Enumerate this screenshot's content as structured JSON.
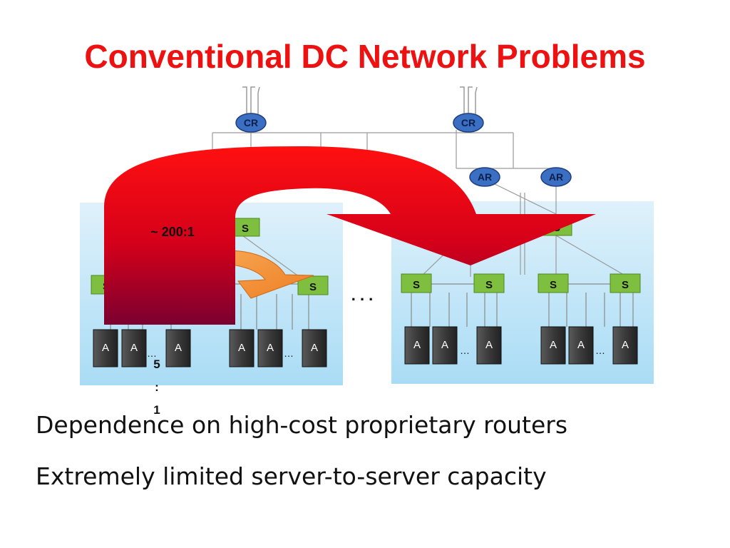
{
  "title": "Conventional DC Network Problems",
  "bullets": [
    "Dependence on high-cost proprietary routers",
    "Extremely limited server-to-server capacity"
  ],
  "diagram": {
    "core_router_label": "CR",
    "access_router_label": "AR",
    "switch_label": "S",
    "server_label": "A",
    "ellipsis": "…",
    "pods_ellipsis": ". . .",
    "oversubscription_large": "~ 200:1",
    "oversubscription_small_lines": [
      "5",
      ":",
      "1"
    ]
  },
  "colors": {
    "title": "#ee1111",
    "pod_background": "#bfe3f7",
    "switch_fill": "#7fbf3f",
    "router_fill": "#3a6fc4",
    "server_fill": "#3b3b3b",
    "big_arrow": "#e0101a",
    "small_arrow": "#f39237"
  }
}
